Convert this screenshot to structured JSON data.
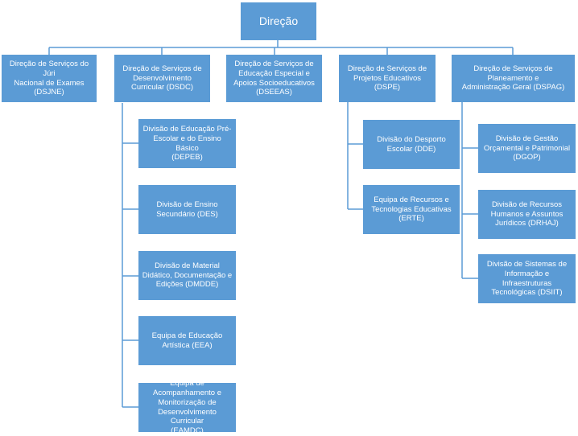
{
  "chart": {
    "root": "Direção",
    "departments": [
      {
        "label": "Direção de Serviços do Júri\nNacional de Exames\n(DSJNE)"
      },
      {
        "label": "Direção de Serviços de\nDesenvolvimento\nCurricular (DSDC)",
        "children": [
          {
            "label": "Divisão de Educação Pré-\nEscolar e do Ensino Básico\n(DEPEB)"
          },
          {
            "label": "Divisão de Ensino\nSecundário (DES)"
          },
          {
            "label": "Divisão de Material\nDidático, Documentação e\nEdições (DMDDE)"
          },
          {
            "label": "Equipa de Educação\nArtística  (EEA)"
          },
          {
            "label": "Equipa de\nAcompanhamento e\nMonitorização de\nDesenvolvimento Curricular\n(EAMDC)"
          }
        ]
      },
      {
        "label": "Direção de Serviços de\nEducação Especial e\nApoios Socioeducativos\n(DSEEAS)"
      },
      {
        "label": "Direção de Serviços de\nProjetos Educativos (DSPE)",
        "children": [
          {
            "label": "Divisão do  Desporto\nEscolar (DDE)"
          },
          {
            "label": "Equipa de Recursos e\nTecnologias Educativas\n(ERTE)"
          }
        ]
      },
      {
        "label": "Direção de Serviços de\nPlaneamento e\nAdministração Geral (DSPAG)",
        "children": [
          {
            "label": "Divisão  de Gestão\nOrçamental e Patrimonial\n(DGOP)"
          },
          {
            "label": "Divisão de Recursos\nHumanos e Assuntos\nJurídicos (DRHAJ)"
          },
          {
            "label": "Divisão de Sistemas de\nInformação e\nInfraestruturas\nTecnológicas (DSIIT)"
          }
        ]
      }
    ]
  },
  "colors": {
    "box": "#5b9bd5",
    "text": "#ffffff",
    "line": "#5b9bd5"
  }
}
